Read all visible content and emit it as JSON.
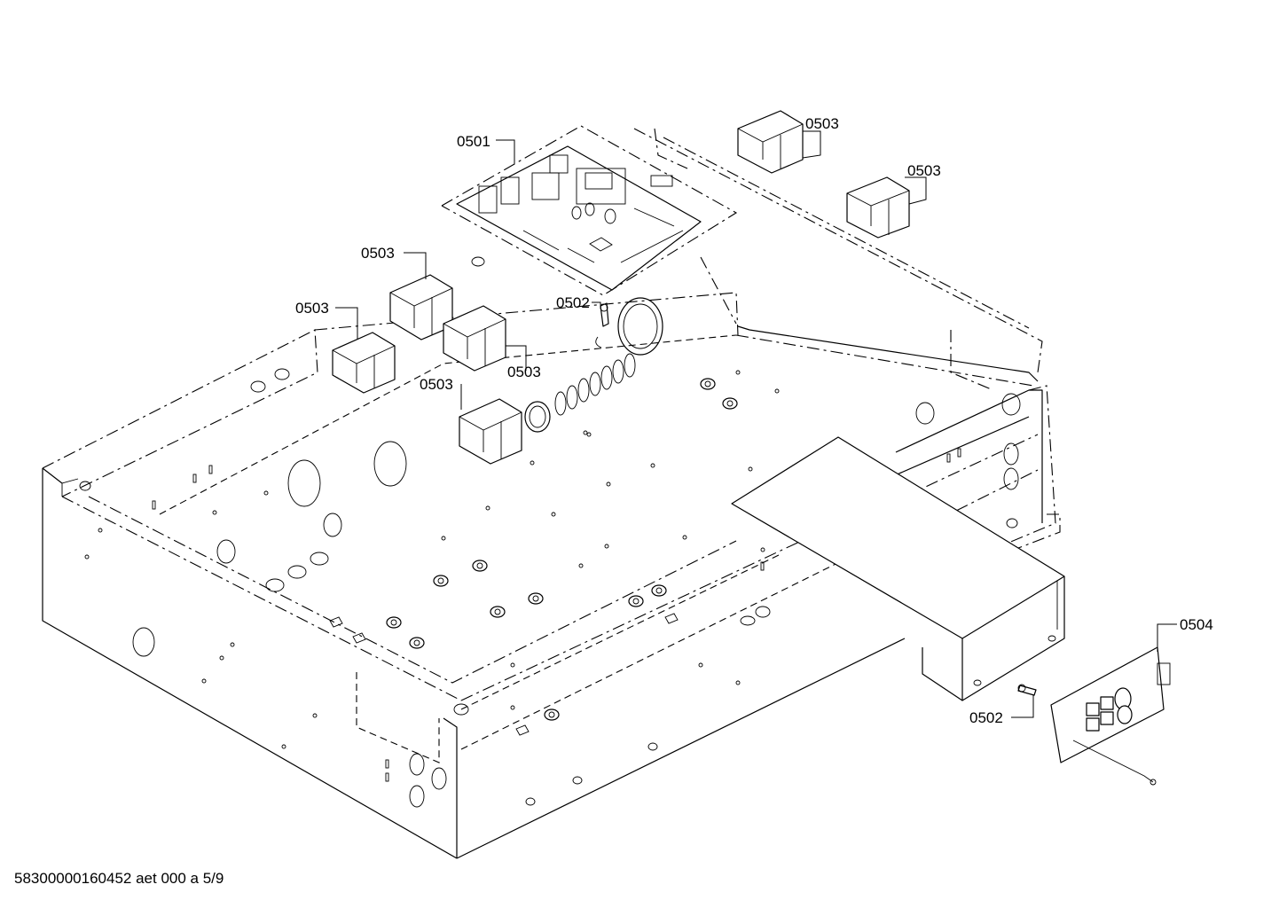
{
  "footer": {
    "code": "58300000160452 aet 000 a 5/9"
  },
  "callouts": {
    "c0501": "0501",
    "c0503_a": "0503",
    "c0503_b": "0503",
    "c0503_c": "0503",
    "c0503_d": "0503",
    "c0503_e": "0503",
    "c0503_f": "0503",
    "c0502_a": "0502",
    "c0502_b": "0502",
    "c0504": "0504"
  }
}
